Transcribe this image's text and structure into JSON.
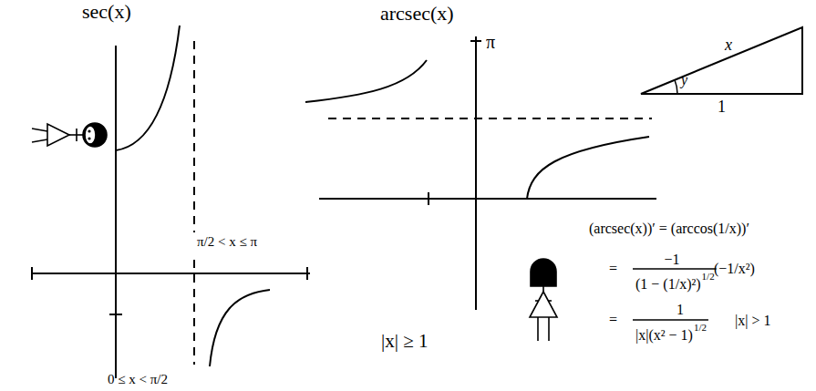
{
  "diagram": {
    "labels": [
      "sec(x)",
      "π/2 < x ≤ π",
      "0 ≤ x < π/2",
      "arcsec(x)",
      "π",
      "x",
      "y",
      "1",
      "|x| ≥ 1",
      "(arcsec(x))′ = (arccos(1/x))′",
      "=",
      "−1",
      "(1 − (1/x)²)",
      "1/2",
      "(−1/x²)",
      "=",
      "1",
      "|x|(x² − 1)",
      "1/2",
      "|x| > 1"
    ]
  }
}
